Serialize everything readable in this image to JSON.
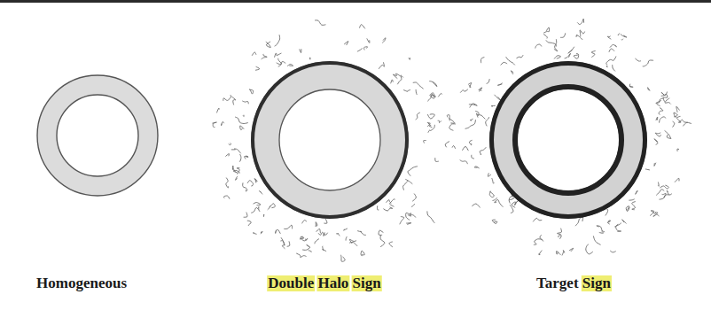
{
  "diagram": {
    "labels": [
      "Homogeneous",
      "Double Halo Sign",
      "Target Sign"
    ]
  }
}
